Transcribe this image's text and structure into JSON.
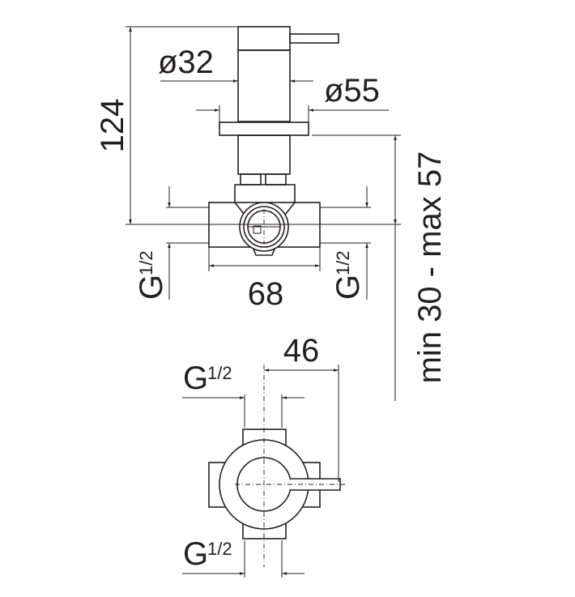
{
  "dimensions": {
    "height_total": "124",
    "diameter_handle": "ø32",
    "diameter_flange": "ø55",
    "width_body": "68",
    "wall_depth": "min 30 - max 57",
    "lever_offset": "46",
    "thread_g": "G",
    "thread_frac": "1/2"
  }
}
